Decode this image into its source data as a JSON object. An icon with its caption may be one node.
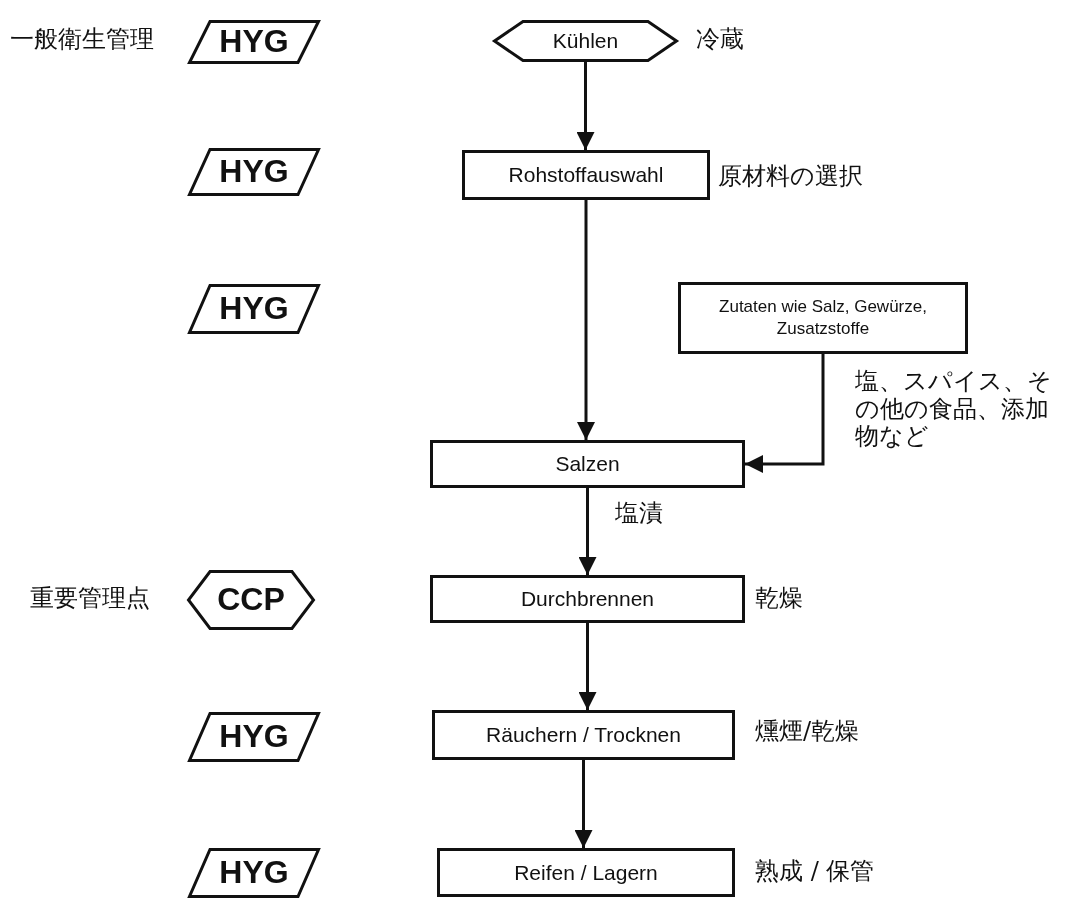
{
  "diagram": {
    "nodes": [
      {
        "text": [
          "Kühlen"
        ],
        "beside": [
          "冷蔵"
        ]
      },
      {
        "text": [
          "Rohstoffauswahl"
        ],
        "beside": [
          "原材料の選択"
        ]
      },
      {
        "text": [
          "Zutaten wie Salz, Gewürze, Zusatzstoffe"
        ],
        "beside": [
          "塩、スパイス、その他の食品、添加物など"
        ]
      },
      {
        "text": [
          "Salzen"
        ],
        "beside": [
          "塩漬"
        ]
      },
      {
        "text": [
          "Durchbrennen"
        ],
        "beside": [
          "乾燥"
        ]
      },
      {
        "text": [
          "Räuchern / Trocknen"
        ],
        "beside": [
          "燻煙/乾燥"
        ]
      },
      {
        "text": [
          "Reifen / Lagern"
        ],
        "beside": [
          "熟成 / 保管"
        ]
      },
      {
        "text": [
          "HYG"
        ],
        "beside": [
          "一般衛生管理"
        ]
      },
      {
        "text": [
          "HYG"
        ]
      },
      {
        "text": [
          "HYG"
        ]
      },
      {
        "text": [
          "CCP"
        ],
        "beside": [
          "重要管理点"
        ]
      },
      {
        "text": [
          "HYG"
        ]
      },
      {
        "text": [
          "HYG"
        ]
      }
    ],
    "edges": [
      {
        "from": 0,
        "to": 1,
        "arrow": "to"
      },
      {
        "from": 1,
        "to": 3,
        "arrow": "to"
      },
      {
        "from": 2,
        "to": 3,
        "arrow": "to"
      },
      {
        "from": 3,
        "to": 4,
        "arrow": "to"
      },
      {
        "from": 4,
        "to": 5,
        "arrow": "to"
      },
      {
        "from": 5,
        "to": 6,
        "arrow": "to"
      }
    ]
  }
}
